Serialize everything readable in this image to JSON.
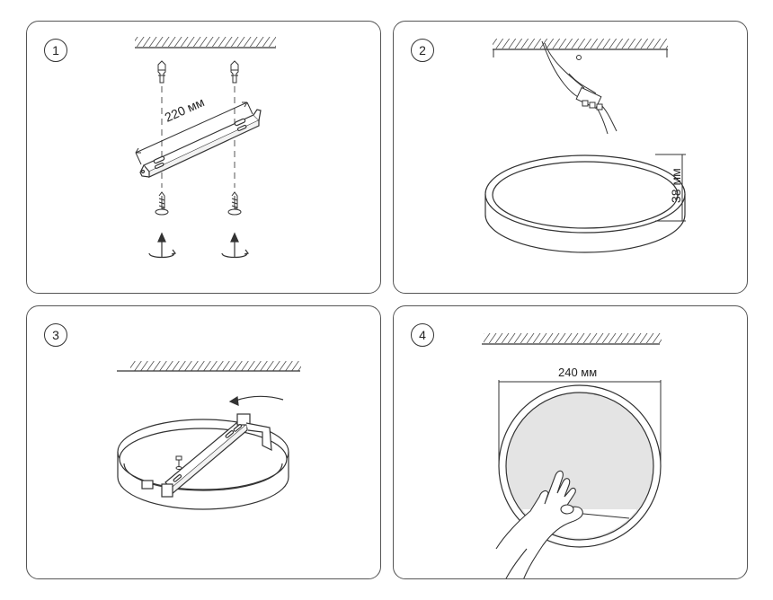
{
  "steps": [
    {
      "number": "1",
      "dimension_label": "220 мм"
    },
    {
      "number": "2",
      "dimension_label": "38 мм"
    },
    {
      "number": "3"
    },
    {
      "number": "4",
      "dimension_label": "240 мм"
    }
  ],
  "colors": {
    "stroke": "#333333",
    "panel_border": "#555555",
    "fill_grey": "#e4e4e4"
  }
}
